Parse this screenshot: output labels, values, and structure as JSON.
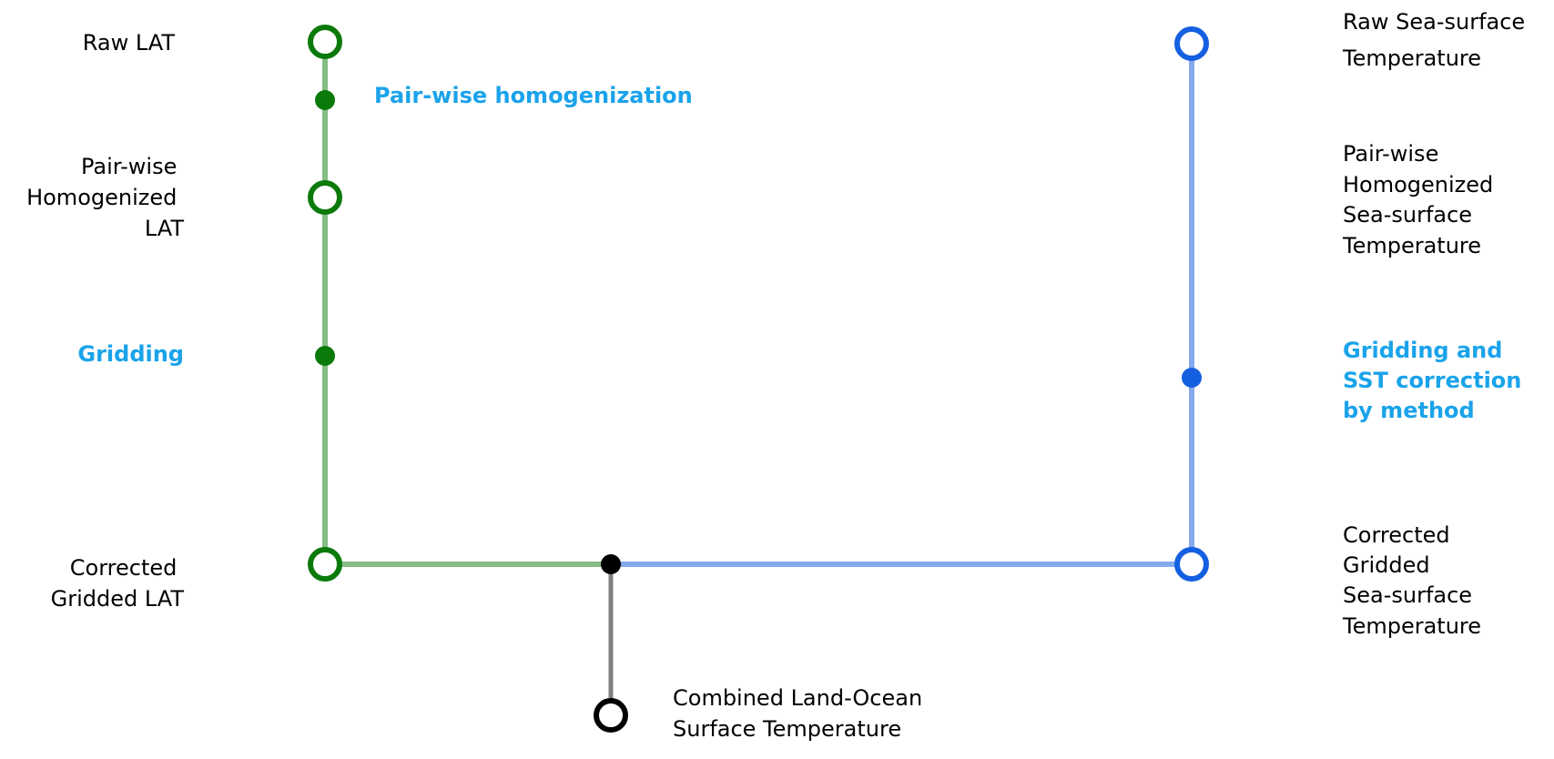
{
  "colors": {
    "land_line": "#86bd84",
    "land_node": "#0b7a0b",
    "sea_line": "#84aaec",
    "sea_node": "#1560e0",
    "combined_line": "#808080",
    "combined_node": "#000000",
    "step_text": "#1aa3ea",
    "label_text": "#000000"
  },
  "land": {
    "raw": "Raw LAT",
    "homogenization_step": "Pair-wise homogenization",
    "homogenized": [
      "Pair-wise",
      "Homogenized",
      "LAT"
    ],
    "gridding_step": "Gridding",
    "corrected": [
      "Corrected",
      "Gridded LAT"
    ]
  },
  "sea": {
    "raw": [
      "Raw Sea-surface",
      "Temperature"
    ],
    "homogenized": [
      "Pair-wise",
      "Homogenized",
      "Sea-surface",
      "Temperature"
    ],
    "gridding_step": [
      "Gridding and",
      "SST correction",
      "by method"
    ],
    "corrected": [
      "Corrected",
      "Gridded",
      "Sea-surface",
      "Temperature"
    ]
  },
  "combined": {
    "label": [
      "Combined Land-Ocean",
      "Surface Temperature"
    ]
  }
}
